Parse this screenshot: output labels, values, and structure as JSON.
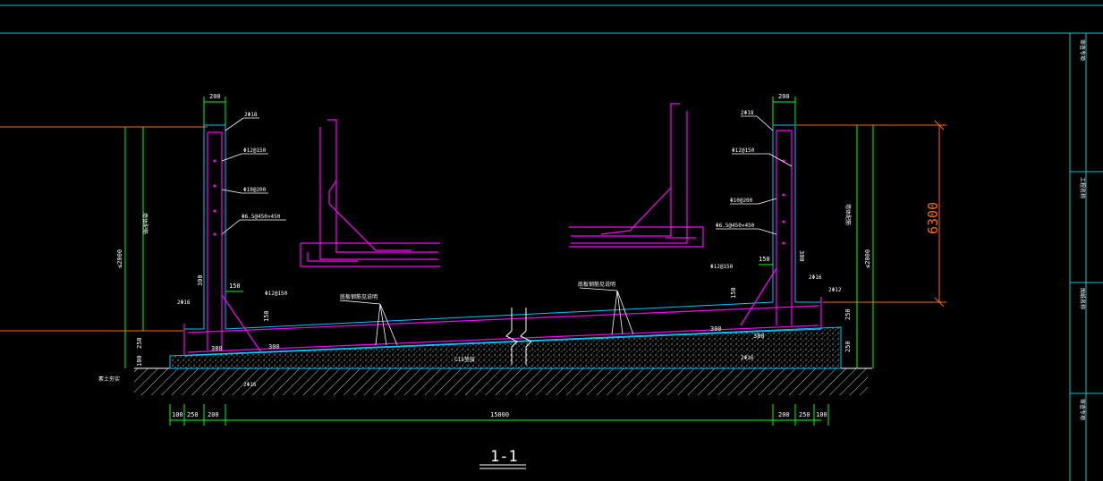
{
  "drawing": {
    "section_title": "1-1",
    "total_height_label": "6300",
    "colors": {
      "background": "#000000",
      "concrete": "#00c8ff",
      "rebar": "#ff00ff",
      "dimension": "#00ff00",
      "level_line": "#ff6a00",
      "frame": "#00c8c8"
    },
    "dimensions": {
      "wall_thickness_left": "200",
      "wall_thickness_right": "200",
      "wall_height_left": "≤2000",
      "wall_height_right": "≤2000",
      "gap_left": "150",
      "gap_right": "150",
      "haunch_left": "150",
      "haunch_right": "150",
      "slab_left_a": "250",
      "slab_left_b": "100",
      "slab_right_a": "250",
      "slab_right_b": "250",
      "inner_left": "300",
      "inner_right": "300",
      "span_left_a": "380",
      "span_left_b": "300",
      "span_right_a": "300",
      "span_right_b": "380",
      "bottom_left_1": "100",
      "bottom_left_2": "250",
      "bottom_left_3": "200",
      "bottom_center": "15000",
      "bottom_right_1": "200",
      "bottom_right_2": "250",
      "bottom_right_3": "100"
    },
    "labels": {
      "rebar_top_left": "2Φ18",
      "rebar_top_right": "2Φ18",
      "rebar_v_left": "Φ12@150",
      "rebar_v_right": "Φ12@150",
      "rebar_h_left": "Φ10@200",
      "rebar_h_right": "Φ10@200",
      "tie_left": "Φ6.5@450×450",
      "tie_right": "Φ6.5@450×450",
      "haunch_bar_left": "Φ12@150",
      "haunch_bar_right": "Φ12@150",
      "corner_left": "2Φ16",
      "corner_right": "2Φ16",
      "corner_right_b": "2Φ12",
      "slab_note_left": "底板钢筋见说明",
      "slab_note_right": "底板钢筋见说明",
      "wall_note_left": "墙体配筋",
      "wall_note_right": "墙体配筋",
      "cushion": "C15垫层",
      "ground": "素土夯实",
      "bottom_bar_left": "2Φ16",
      "bottom_bar_right": "2Φ16"
    },
    "title_block": [
      "审查专项",
      "工程名称",
      "图纸名称",
      "审查专项"
    ]
  }
}
